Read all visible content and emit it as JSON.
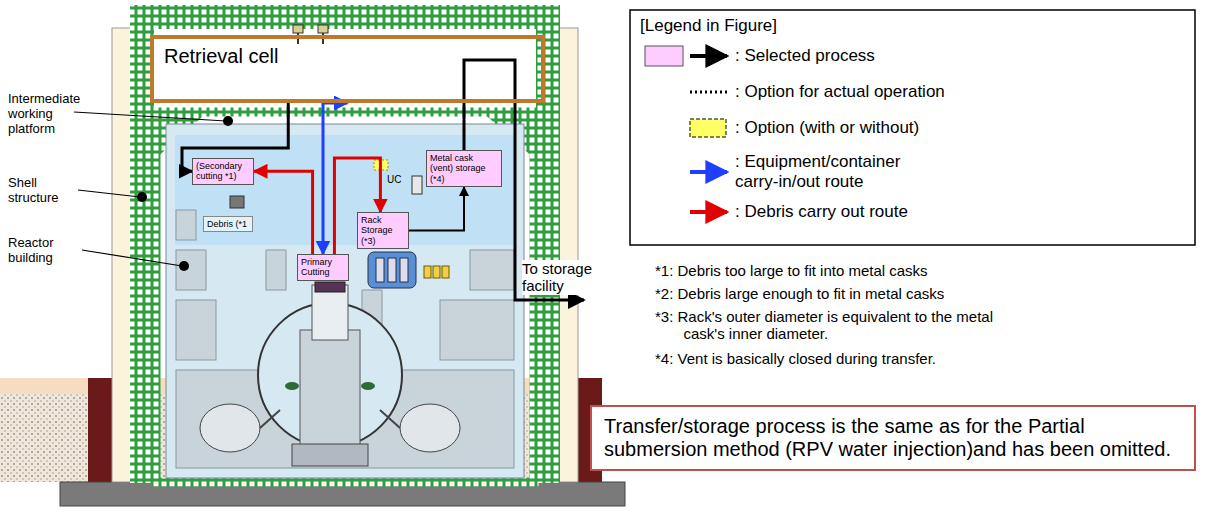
{
  "diagram": {
    "nodes": [
      {
        "text": [
          "Retrieval cell"
        ]
      },
      {
        "text": [
          "(Secondary cutting *1)"
        ]
      },
      {
        "text": [
          "Debris (*1"
        ]
      },
      {
        "text": [
          "Primary Cutting"
        ]
      },
      {
        "text": [
          "Rack Storage (*3)"
        ]
      },
      {
        "text": [
          "Metal cask (vent) storage (*4)"
        ]
      },
      {
        "text": [
          "Transfer/storage process is the same as for the Partial submersion method (RPV water injection)and has been omitted."
        ]
      }
    ],
    "edges": [
      {
        "from": 0,
        "to": 1,
        "arrow": "to"
      },
      {
        "from": 3,
        "to": 1,
        "arrow": "to"
      },
      {
        "from": 3,
        "to": 4,
        "arrow": "to"
      },
      {
        "from": 4,
        "to": 5,
        "arrow": "to"
      },
      {
        "from": 0,
        "to": 3,
        "arrow": "both"
      }
    ],
    "labels": [
      "Intermediate working platform",
      "Shell structure",
      "Reactor building",
      "UC",
      "To storage facility",
      "[Legend in Figure]",
      "*1: Debris too large to fit into metal casks",
      "*2: Debris large enough to fit in metal casks",
      "*3: Rack's outer diameter is equivalent to the metal cask's inner diameter.",
      "*4: Vent is basically closed during transfer."
    ],
    "legend": [
      {
        "text": ": Selected process",
        "color": "#ffccff"
      },
      {
        "text": ": Option for actual operation"
      },
      {
        "text": ": Option (with or without)"
      },
      {
        "text": ": Equipment/container carry-in/out route"
      },
      {
        "text": ": Debris carry out route"
      }
    ]
  }
}
